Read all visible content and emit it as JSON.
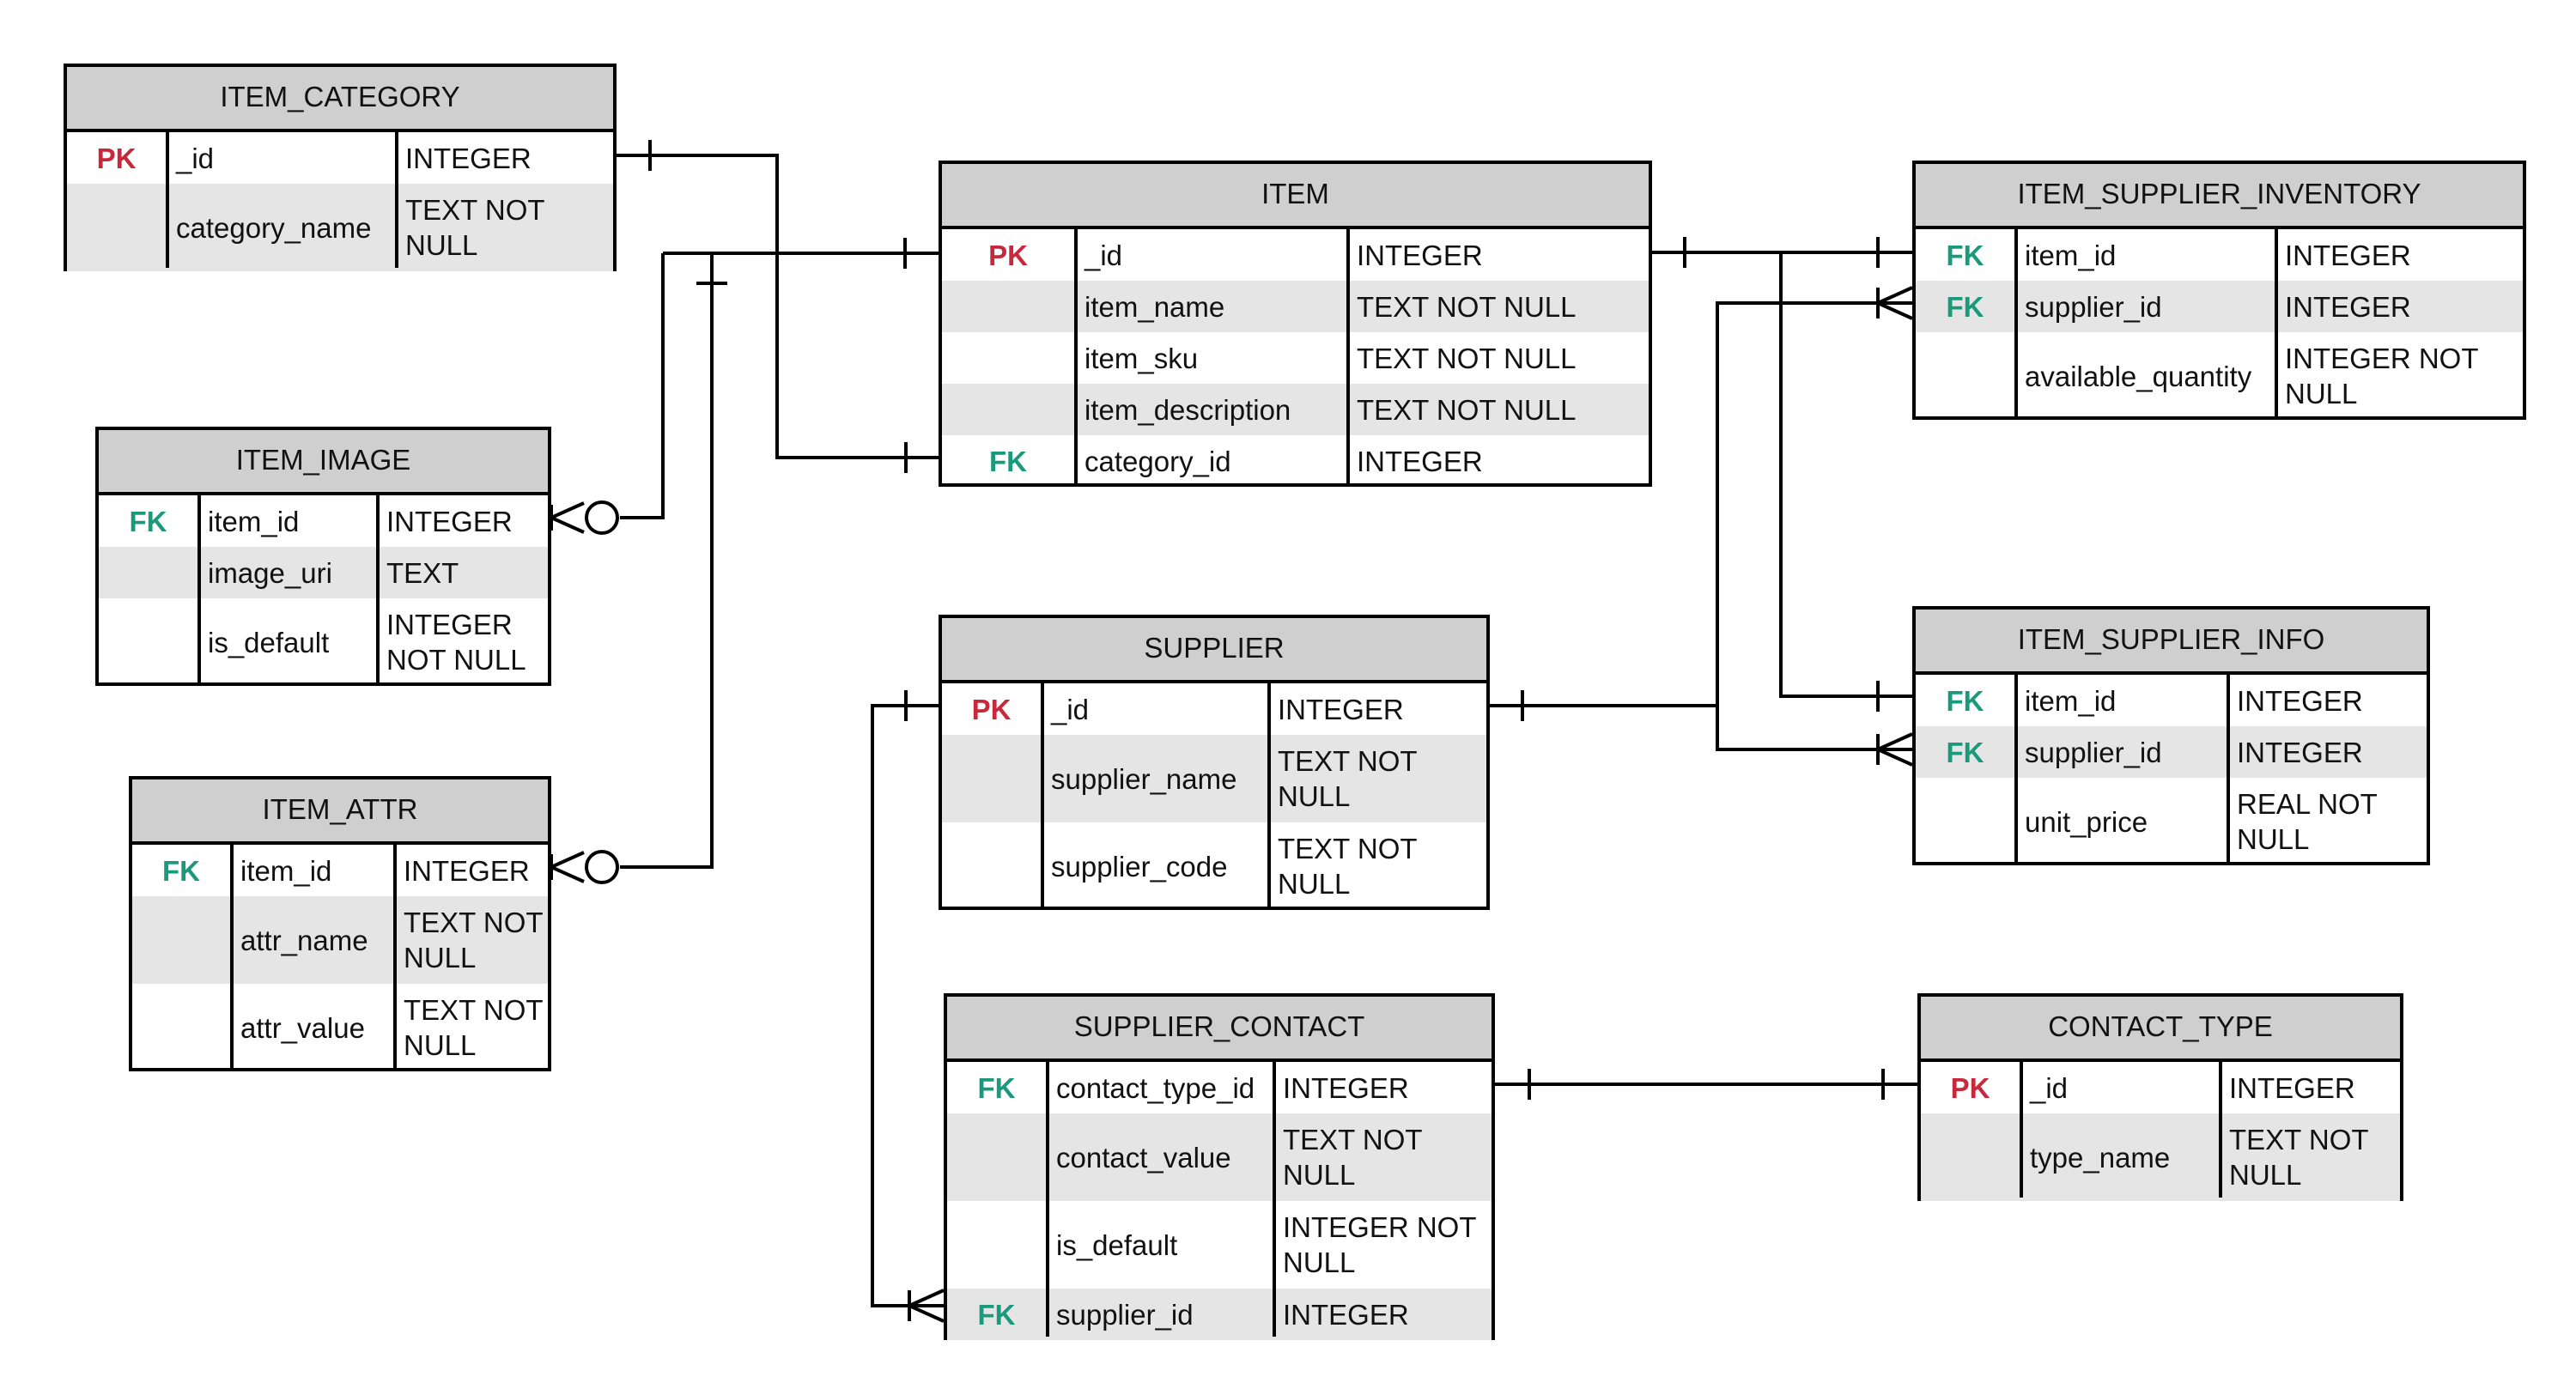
{
  "diagram": {
    "colors": {
      "pk": "#c8283b",
      "fk": "#1a9a7a",
      "header_bg": "#cfcfcf",
      "row_shade": "#e5e5e5"
    },
    "entities": [
      {
        "id": "item_category",
        "name": "ITEM_CATEGORY",
        "columns": [
          {
            "key": "PK",
            "name": "_id",
            "type": "INTEGER"
          },
          {
            "key": "",
            "name": "category_name",
            "type": "TEXT NOT\nNULL"
          }
        ]
      },
      {
        "id": "item",
        "name": "ITEM",
        "columns": [
          {
            "key": "PK",
            "name": "_id",
            "type": "INTEGER"
          },
          {
            "key": "",
            "name": "item_name",
            "type": "TEXT NOT NULL"
          },
          {
            "key": "",
            "name": "item_sku",
            "type": "TEXT NOT NULL"
          },
          {
            "key": "",
            "name": "item_description",
            "type": "TEXT NOT NULL"
          },
          {
            "key": "FK",
            "name": "category_id",
            "type": "INTEGER"
          }
        ]
      },
      {
        "id": "item_supplier_inventory",
        "name": "ITEM_SUPPLIER_INVENTORY",
        "columns": [
          {
            "key": "FK",
            "name": "item_id",
            "type": "INTEGER"
          },
          {
            "key": "FK",
            "name": "supplier_id",
            "type": "INTEGER"
          },
          {
            "key": "",
            "name": "available_quantity",
            "type": "INTEGER NOT\nNULL"
          }
        ]
      },
      {
        "id": "item_image",
        "name": "ITEM_IMAGE",
        "columns": [
          {
            "key": "FK",
            "name": "item_id",
            "type": "INTEGER"
          },
          {
            "key": "",
            "name": "image_uri",
            "type": "TEXT"
          },
          {
            "key": "",
            "name": "is_default",
            "type": "INTEGER\nNOT NULL"
          }
        ]
      },
      {
        "id": "supplier",
        "name": "SUPPLIER",
        "columns": [
          {
            "key": "PK",
            "name": "_id",
            "type": "INTEGER"
          },
          {
            "key": "",
            "name": "supplier_name",
            "type": "TEXT NOT\nNULL"
          },
          {
            "key": "",
            "name": "supplier_code",
            "type": "TEXT NOT\nNULL"
          }
        ]
      },
      {
        "id": "item_supplier_info",
        "name": "ITEM_SUPPLIER_INFO",
        "columns": [
          {
            "key": "FK",
            "name": "item_id",
            "type": "INTEGER"
          },
          {
            "key": "FK",
            "name": "supplier_id",
            "type": "INTEGER"
          },
          {
            "key": "",
            "name": "unit_price",
            "type": "REAL NOT\nNULL"
          }
        ]
      },
      {
        "id": "item_attr",
        "name": "ITEM_ATTR",
        "columns": [
          {
            "key": "FK",
            "name": "item_id",
            "type": "INTEGER"
          },
          {
            "key": "",
            "name": "attr_name",
            "type": "TEXT NOT\nNULL"
          },
          {
            "key": "",
            "name": "attr_value",
            "type": "TEXT NOT\nNULL"
          }
        ]
      },
      {
        "id": "supplier_contact",
        "name": "SUPPLIER_CONTACT",
        "columns": [
          {
            "key": "FK",
            "name": "contact_type_id",
            "type": "INTEGER"
          },
          {
            "key": "",
            "name": "contact_value",
            "type": "TEXT NOT\nNULL"
          },
          {
            "key": "",
            "name": "is_default",
            "type": "INTEGER NOT\nNULL"
          },
          {
            "key": "FK",
            "name": "supplier_id",
            "type": "INTEGER"
          }
        ]
      },
      {
        "id": "contact_type",
        "name": "CONTACT_TYPE",
        "columns": [
          {
            "key": "PK",
            "name": "_id",
            "type": "INTEGER"
          },
          {
            "key": "",
            "name": "type_name",
            "type": "TEXT NOT\nNULL"
          }
        ]
      }
    ]
  }
}
